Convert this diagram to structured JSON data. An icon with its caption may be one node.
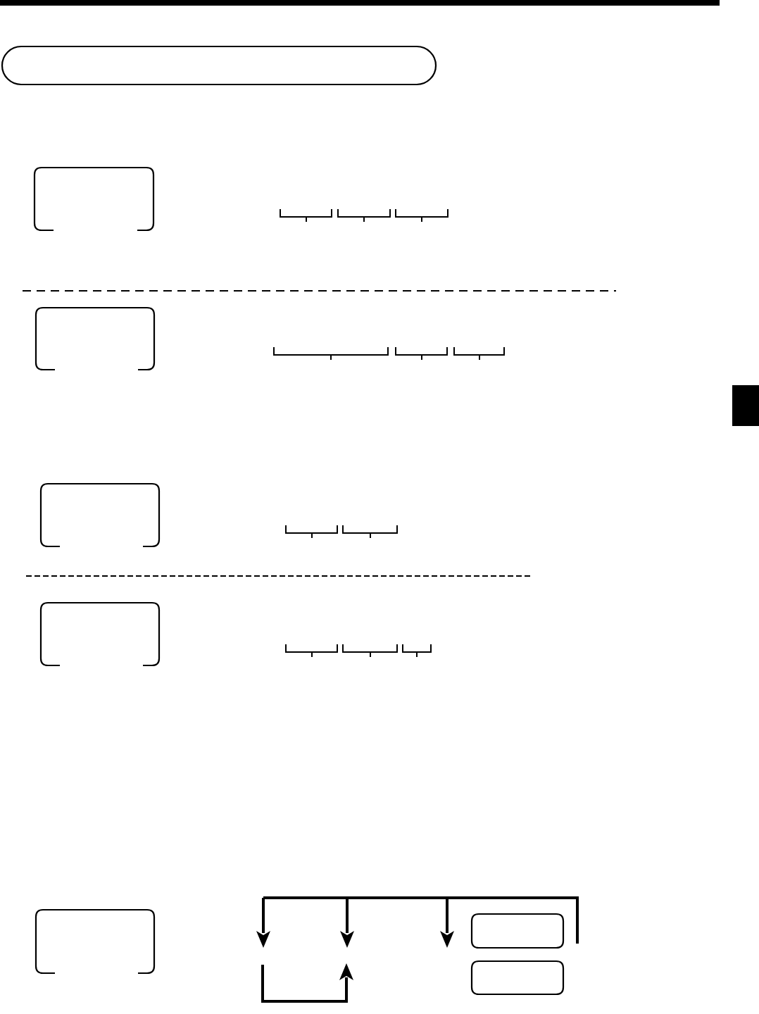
{
  "diagram": {
    "nodes": [
      {
        "text": [],
        "shape": "pill"
      },
      {
        "text": [],
        "shape": "display"
      },
      {
        "text": [],
        "shape": "display"
      },
      {
        "text": [],
        "shape": "display"
      },
      {
        "text": [],
        "shape": "display"
      },
      {
        "text": [],
        "shape": "display"
      },
      {
        "text": [],
        "shape": "key"
      },
      {
        "text": [],
        "shape": "key"
      }
    ]
  }
}
